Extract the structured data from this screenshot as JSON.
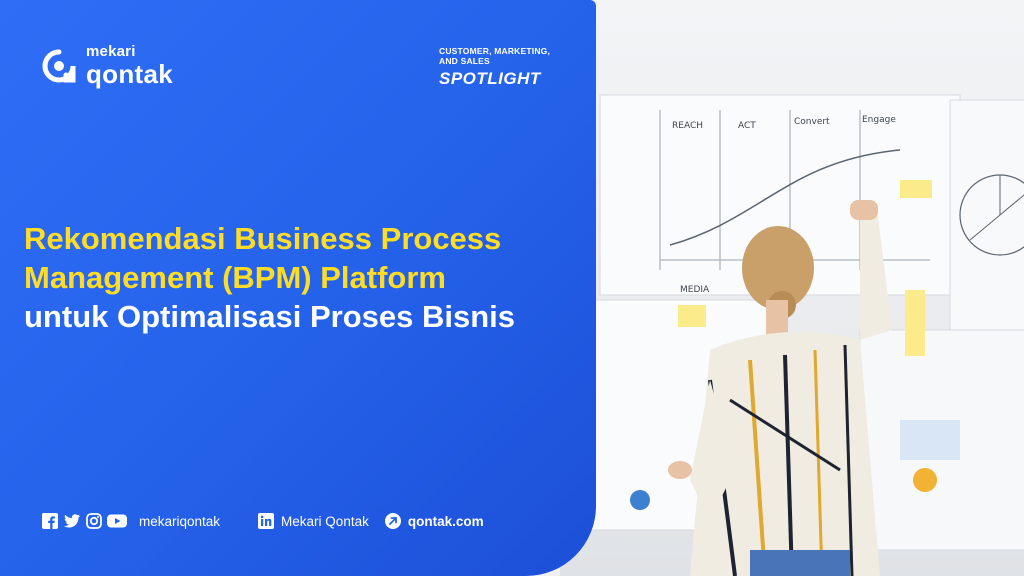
{
  "brand": {
    "name_top": "mekari",
    "name_bottom": "qontak"
  },
  "spotlight": {
    "line1": "CUSTOMER, MARKETING,",
    "line2": "AND SALES",
    "label": "SPOTLIGHT"
  },
  "headline": {
    "line1": "Rekomendasi Business Process",
    "line2": "Management (BPM) Platform",
    "line3": "untuk Optimalisasi Proses Bisnis"
  },
  "footer": {
    "social_handle": "mekariqontak",
    "linkedin_name": "Mekari Qontak",
    "website": "qontak.com"
  },
  "photo_board": {
    "labels": [
      "REACH",
      "ACT",
      "Convert",
      "Engage",
      "MEDIA"
    ]
  },
  "colors": {
    "panel_blue": "#2563eb",
    "headline_yellow": "#ffdd26",
    "text_white": "#ffffff"
  },
  "icons": [
    "facebook-icon",
    "twitter-icon",
    "instagram-icon",
    "youtube-icon",
    "linkedin-icon",
    "web-arrow-icon"
  ]
}
